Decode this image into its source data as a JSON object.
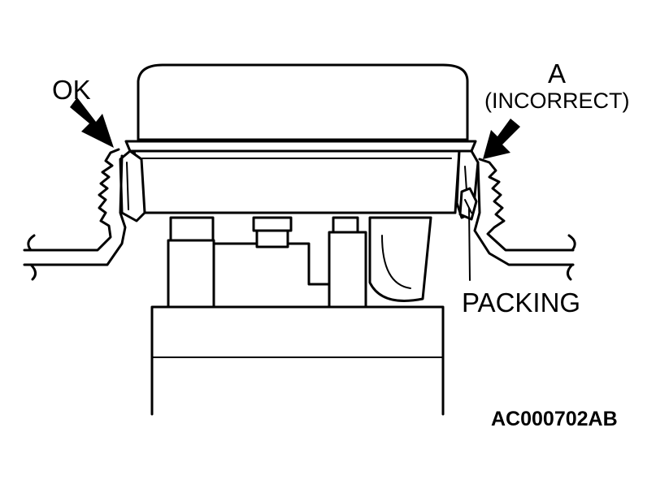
{
  "labels": {
    "ok": "OK",
    "a": "A",
    "incorrect": "(INCORRECT)",
    "packing": "PACKING",
    "code": "AC000702AB"
  },
  "colors": {
    "line": "#000000",
    "background": "#ffffff"
  }
}
